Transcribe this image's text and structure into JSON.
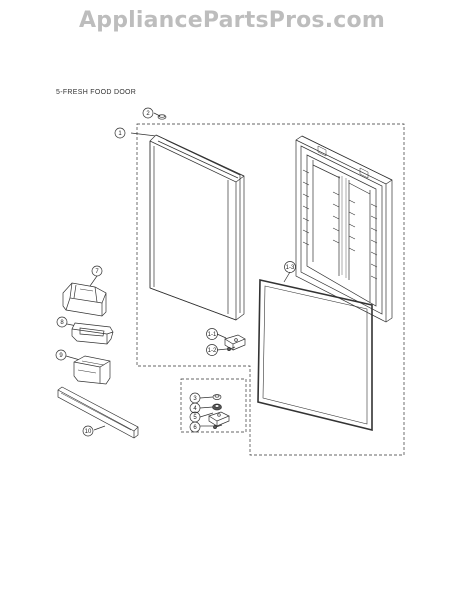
{
  "watermark": "AppliancePartsPros.com",
  "section_title": "5-FRESH FOOD DOOR",
  "callouts": {
    "c1": "1",
    "c2": "2",
    "c7": "7",
    "c8": "8",
    "c9": "9",
    "c10": "10",
    "c1_1": "1-1",
    "c1_2": "1-2",
    "c1_3": "1-3",
    "c3": "3",
    "c4": "4",
    "c5": "5",
    "c6": "6"
  }
}
